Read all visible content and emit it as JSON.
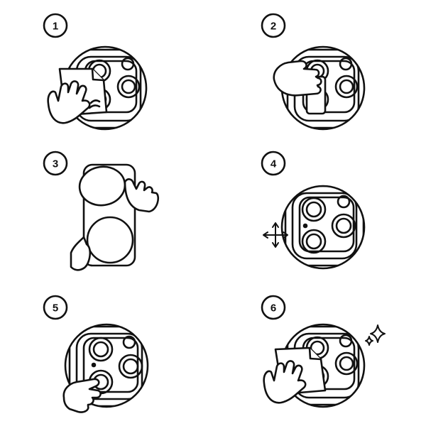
{
  "steps": [
    {
      "number": "1",
      "icon": "wipe-cloth-icon"
    },
    {
      "number": "2",
      "icon": "dust-sticker-icon"
    },
    {
      "number": "3",
      "icon": "peel-film-icon"
    },
    {
      "number": "4",
      "icon": "align-protector-icon"
    },
    {
      "number": "5",
      "icon": "press-lens-icon"
    },
    {
      "number": "6",
      "icon": "polish-cloth-icon"
    }
  ],
  "colors": {
    "line": "#111111",
    "fill": "#ffffff"
  }
}
